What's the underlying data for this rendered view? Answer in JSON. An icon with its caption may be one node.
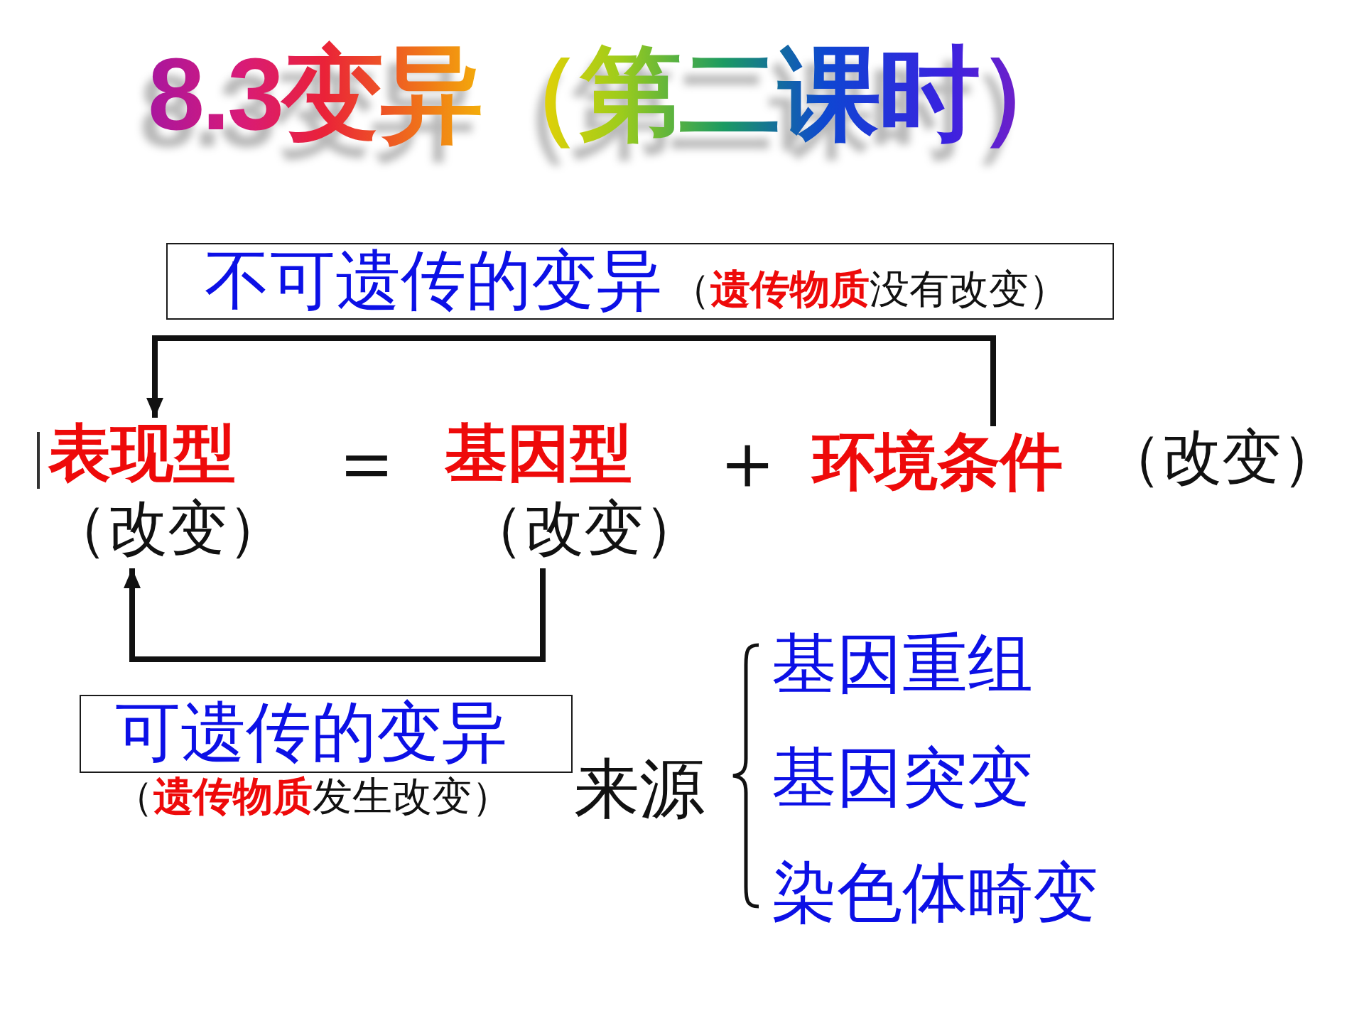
{
  "diagram": {
    "title": "8.3变异（第二课时）",
    "nodes": [
      {
        "text": [
          "不可遗传的变异",
          "（**遗传物质**没有改变）"
        ]
      },
      {
        "text": [
          "表现型",
          "（改变）"
        ]
      },
      {
        "text": [
          "基因型",
          "（改变）"
        ]
      },
      {
        "text": [
          "环境条件"
        ],
        "beside": [
          "（改变）"
        ]
      },
      {
        "text": [
          "可遗传的变异"
        ],
        "beside": [
          "（**遗传物质**发生改变）"
        ]
      }
    ],
    "edges": [
      {
        "from": 3,
        "to": 1,
        "arrow": "to"
      },
      {
        "from": 2,
        "to": 1,
        "arrow": "to"
      }
    ],
    "labels": [
      "＝",
      "＋",
      "来源",
      "基因重组",
      "基因突变",
      "染色体畸变"
    ]
  }
}
